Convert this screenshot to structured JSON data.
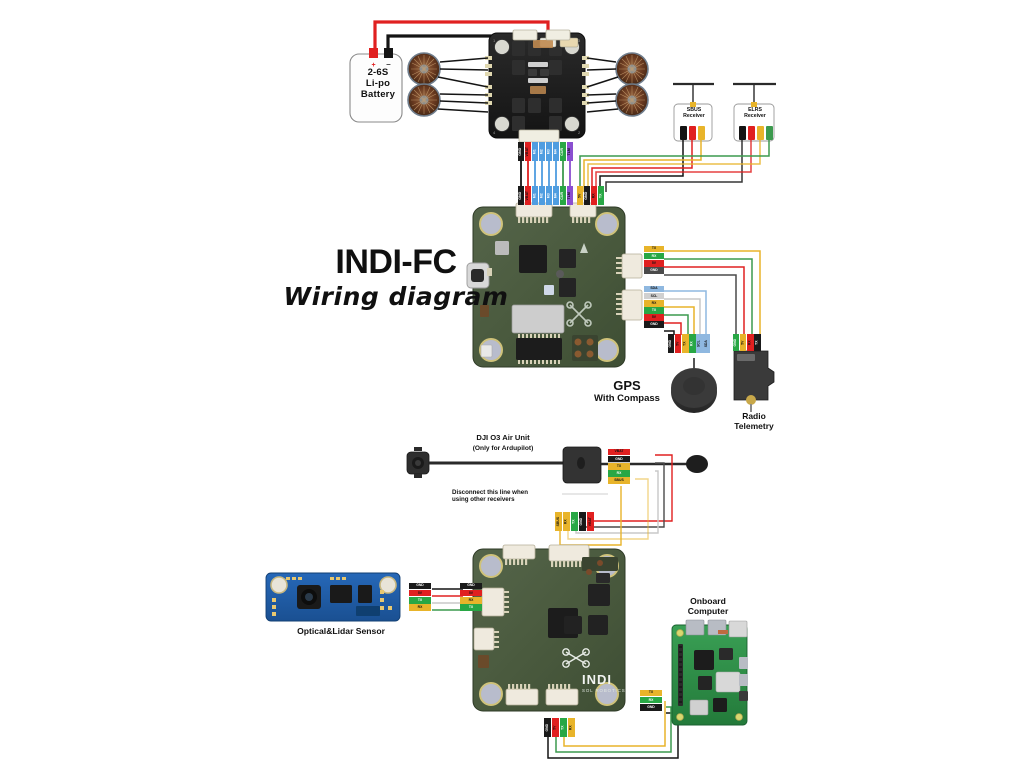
{
  "title": {
    "main": "INDI-FC",
    "sub": "Wiring diagram"
  },
  "labels": {
    "battery": "2-6S\nLi-po\nBattery",
    "battery_lines": [
      "2-6S",
      "Li-po",
      "Battery"
    ],
    "sbus_receiver": "SBUS\nReceiver",
    "sbus_lines": [
      "SBUS",
      "Receiver"
    ],
    "elrs_receiver": "ELRS\nReceiver",
    "elrs_lines": [
      "ELRS",
      "Receiver"
    ],
    "gps": "GPS\nWith Compass",
    "gps_lines": [
      "GPS",
      "With Compass"
    ],
    "radio_telemetry": "Radio\nTelemetry",
    "radio_lines": [
      "Radio",
      "Telemetry"
    ],
    "dji_o3": "DJI O3 Air Unit",
    "dji_o3_note": "(Only for Ardupilot)",
    "disconnect_note": "Disconnect this line when\nusing other receivers",
    "disconnect_lines": [
      "Disconnect this line when",
      "using other receivers"
    ],
    "optical_lidar": "Optical&Lidar Sensor",
    "onboard_computer": "Onboard\nComputer",
    "onboard_lines": [
      "Onboard",
      "Computer"
    ],
    "board_brand": "INDI",
    "board_brand_sub": "SOL ROBOTICS"
  },
  "battery": {
    "plus": "+",
    "minus": "−"
  },
  "connectors": {
    "esc_output": {
      "name": "esc-signal-connector",
      "wires": [
        "GND",
        "VBAT",
        "M1",
        "M2",
        "M3",
        "M4",
        "CUR",
        "TLM"
      ],
      "colors": [
        "#1a1a1a",
        "#e02020",
        "#4f9de0",
        "#4f9de0",
        "#4f9de0",
        "#4f9de0",
        "#28a745",
        "#8a4fd0"
      ]
    },
    "fc_top_left": {
      "name": "fc-esc-input-connector",
      "wires": [
        "GND",
        "VBAT",
        "M1",
        "M2",
        "M3",
        "M4",
        "CUR",
        "TLM"
      ],
      "colors": [
        "#1a1a1a",
        "#e02020",
        "#4f9de0",
        "#4f9de0",
        "#4f9de0",
        "#4f9de0",
        "#28a745",
        "#8a4fd0"
      ]
    },
    "fc_top_right": {
      "name": "fc-receiver-connector",
      "wires": [
        "5V",
        "GND",
        "RX",
        "TX"
      ],
      "colors": [
        "#e8b42a",
        "#1a1a1a",
        "#e02020",
        "#28a745"
      ]
    },
    "fc_right_upper": {
      "name": "fc-telemetry-connector",
      "wires": [
        "TX",
        "RX",
        "5V",
        "GND"
      ],
      "colors": [
        "#e8b42a",
        "#28a745",
        "#e02020",
        "#4a4a4a"
      ]
    },
    "fc_right_lower": {
      "name": "fc-gps-connector",
      "wires": [
        "SDA",
        "SCL",
        "RX",
        "TX",
        "5V",
        "GND"
      ],
      "colors": [
        "#8fb8e0",
        "#d0d0d0",
        "#e8b42a",
        "#28a745",
        "#e02020",
        "#1a1a1a"
      ]
    },
    "gps_plug": {
      "name": "gps-connector",
      "wires": [
        "GND",
        "5V",
        "TX",
        "RX",
        "SCL",
        "SDA"
      ],
      "colors": [
        "#1a1a1a",
        "#e02020",
        "#e8b42a",
        "#28a745",
        "#8fb8e0",
        "#8fb8e0"
      ]
    },
    "radio_plug": {
      "name": "radio-telemetry-connector",
      "wires": [
        "GND",
        "5V",
        "RX",
        "TX"
      ],
      "colors": [
        "#28a745",
        "#e8b42a",
        "#e02020",
        "#1a1a1a"
      ]
    },
    "o3_plug": {
      "name": "dji-o3-connector",
      "wires": [
        "VBAT",
        "GND",
        "TX",
        "RX",
        "SBUS"
      ],
      "colors": [
        "#e02020",
        "#1a1a1a",
        "#e8b42a",
        "#28a745",
        "#e8b42a"
      ]
    },
    "o3_fc_plug": {
      "name": "fc-o3-input-connector",
      "wires": [
        "SBUS",
        "RX",
        "TX",
        "GND",
        "VBAT"
      ],
      "colors": [
        "#e8b42a",
        "#e8b42a",
        "#28a745",
        "#1a1a1a",
        "#e02020"
      ]
    },
    "optical_plug": {
      "name": "optical-sensor-connector",
      "wires": [
        "GND",
        "5V",
        "RX",
        "TX"
      ],
      "colors": [
        "#1a1a1a",
        "#e02020",
        "#e8b42a",
        "#28a745"
      ]
    },
    "fc2_left_plug": {
      "name": "fc2-optical-connector",
      "wires": [
        "GND",
        "5V",
        "TX",
        "RX"
      ],
      "colors": [
        "#1a1a1a",
        "#e02020",
        "#28a745",
        "#e8b42a"
      ]
    },
    "fc2_bottom_plug": {
      "name": "fc2-onboard-connector",
      "wires": [
        "GND",
        "5V",
        "TX",
        "RX"
      ],
      "colors": [
        "#1a1a1a",
        "#e02020",
        "#28a745",
        "#e8b42a"
      ]
    },
    "pi_plug": {
      "name": "onboard-computer-connector",
      "wires": [
        "TX",
        "RX",
        "GND"
      ],
      "colors": [
        "#e8b42a",
        "#28a745",
        "#1a1a1a"
      ]
    }
  },
  "colors": {
    "pcb_green": "#4a5a3e",
    "pcb_green_dark": "#3a4a30",
    "esc_black": "#1e1e1e",
    "wire_red": "#e02020",
    "wire_black": "#141414",
    "wire_yellow": "#e8b42a",
    "wire_green": "#3c9a4e",
    "wire_blue": "#4f9de0",
    "wire_purple": "#8a4fd0",
    "wire_gray": "#8a8a8a",
    "pi_green": "#2e8b45",
    "sensor_blue": "#1f5fa8",
    "motor_copper": "#8a4a2a"
  },
  "counts": {
    "motors": 4,
    "esc_wires": 8
  }
}
